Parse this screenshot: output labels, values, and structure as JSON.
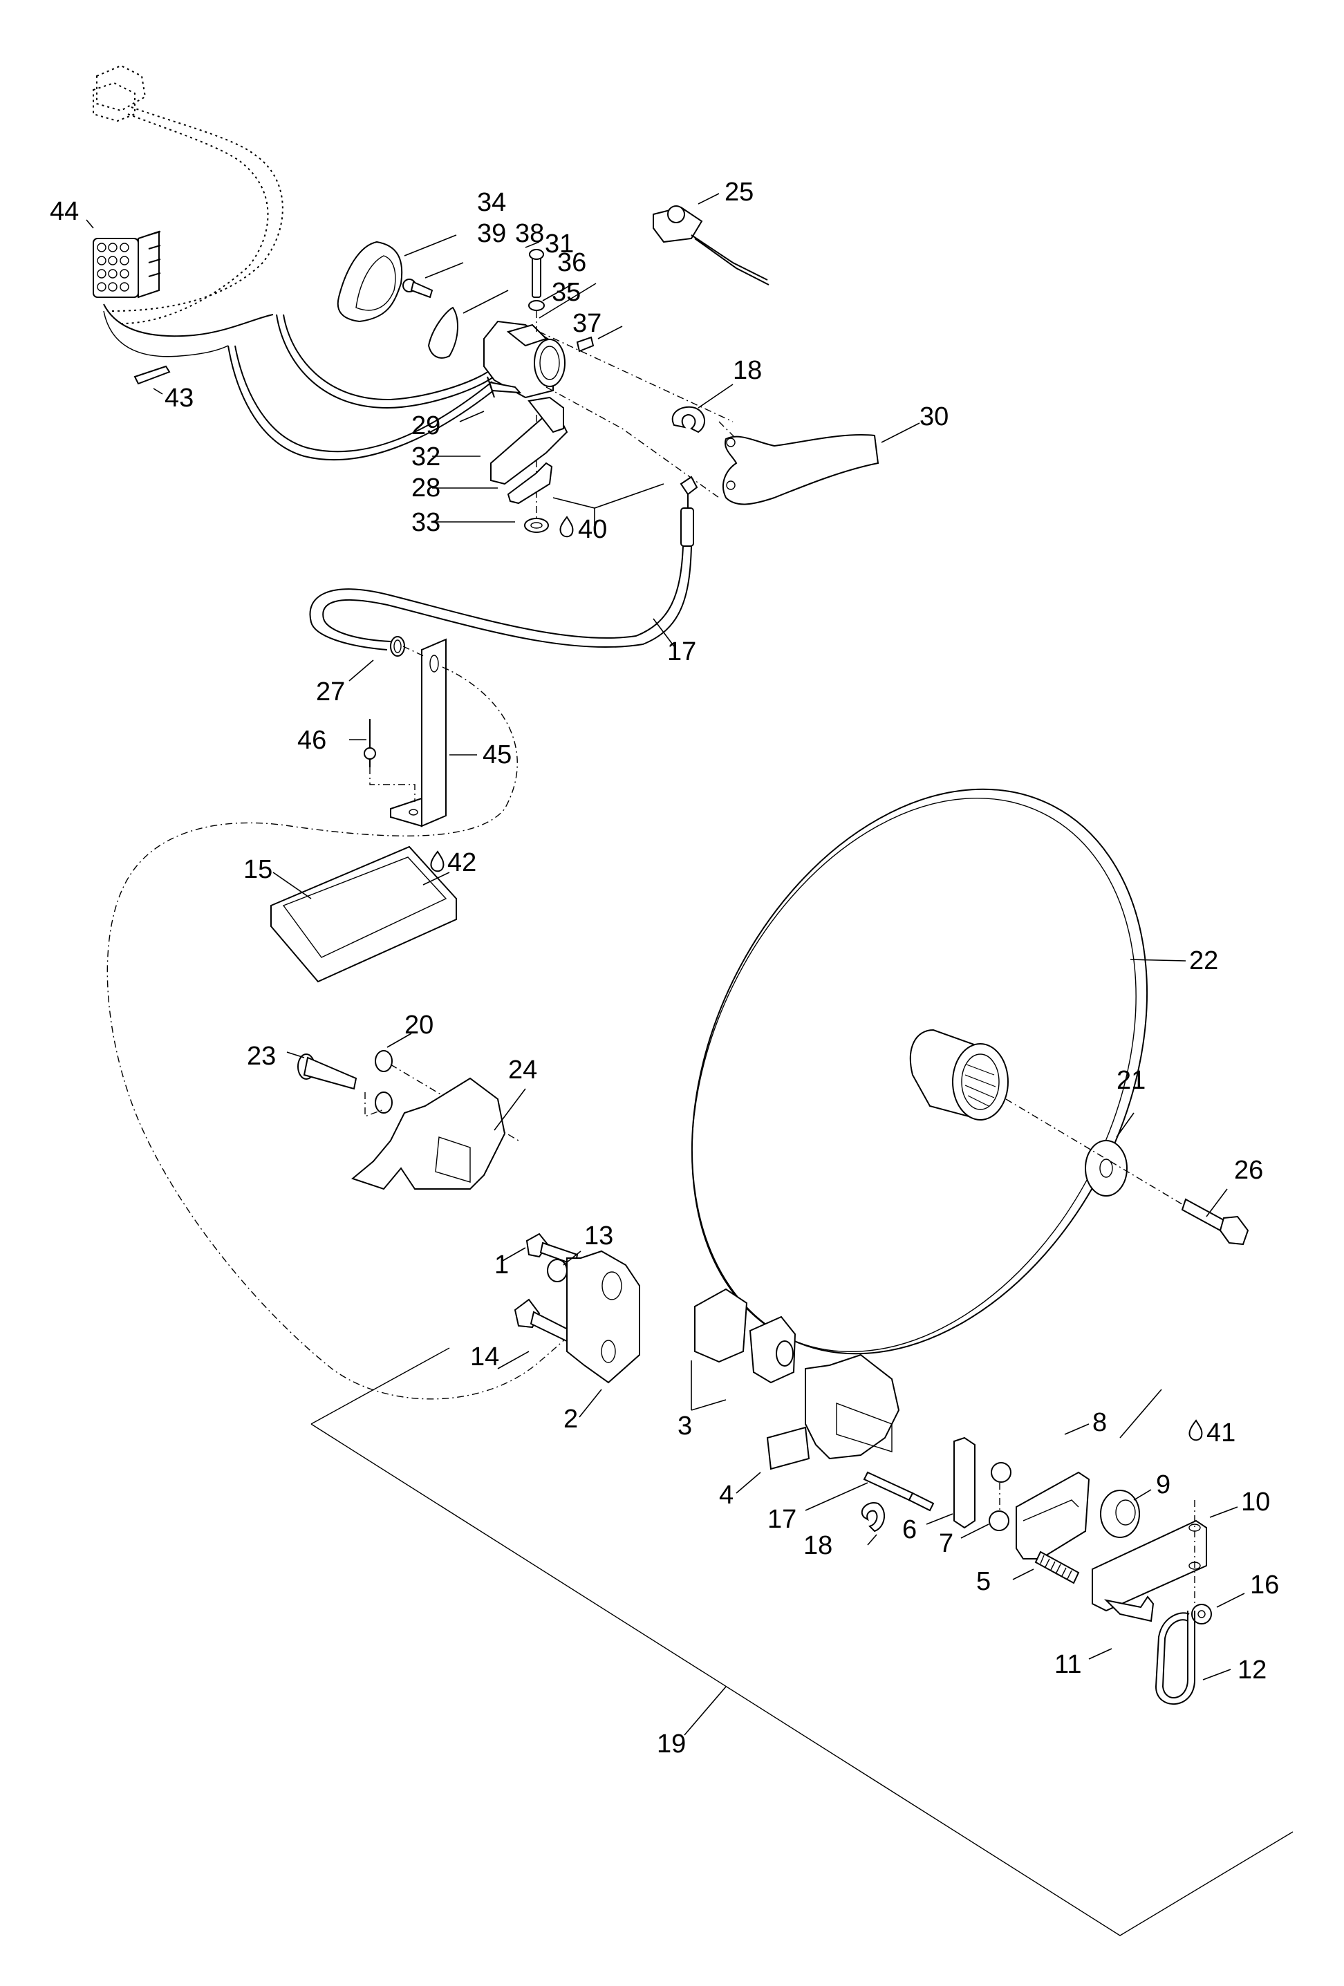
{
  "diagram": {
    "type": "exploded-parts-view",
    "background": "#ffffff",
    "line_color": "#000000",
    "callouts": [
      {
        "id": "44",
        "part": "multi-pin connector"
      },
      {
        "id": "43",
        "part": "terminal clip"
      },
      {
        "id": "34",
        "part": "knob"
      },
      {
        "id": "39",
        "part": "screw"
      },
      {
        "id": "38",
        "part": "bezel plate"
      },
      {
        "id": "31",
        "part": "pin"
      },
      {
        "id": "36",
        "part": "washer"
      },
      {
        "id": "35",
        "part": "switch housing"
      },
      {
        "id": "37",
        "part": "set screw"
      },
      {
        "id": "25",
        "part": "sensor with leads"
      },
      {
        "id": "18",
        "part": "e-clip"
      },
      {
        "id": "30",
        "part": "lever"
      },
      {
        "id": "29",
        "part": "cable tie"
      },
      {
        "id": "32",
        "part": "actuator arm"
      },
      {
        "id": "28",
        "part": "spring plate"
      },
      {
        "id": "33",
        "part": "lock washer"
      },
      {
        "id": "40",
        "part": "lubricant",
        "symbol": "oil-drop"
      },
      {
        "id": "17",
        "part": "cable"
      },
      {
        "id": "27",
        "part": "grommet"
      },
      {
        "id": "46",
        "part": "rivet"
      },
      {
        "id": "45",
        "part": "bracket"
      },
      {
        "id": "15",
        "part": "pad"
      },
      {
        "id": "42",
        "part": "adhesive",
        "symbol": "oil-drop"
      },
      {
        "id": "22",
        "part": "disc"
      },
      {
        "id": "23",
        "part": "cap screw"
      },
      {
        "id": "20",
        "part": "washer"
      },
      {
        "id": "24",
        "part": "mounting bracket"
      },
      {
        "id": "21",
        "part": "washer"
      },
      {
        "id": "26",
        "part": "hex bolt"
      },
      {
        "id": "1",
        "part": "hex bolt"
      },
      {
        "id": "13",
        "part": "washer"
      },
      {
        "id": "14",
        "part": "hex bolt"
      },
      {
        "id": "2",
        "part": "caliper body"
      },
      {
        "id": "3",
        "part": "brake pads"
      },
      {
        "id": "4",
        "part": "caliper housing"
      },
      {
        "id": "41",
        "part": "grease",
        "symbol": "oil-drop"
      },
      {
        "id": "8",
        "part": "cam lever"
      },
      {
        "id": "9",
        "part": "adjuster wheel"
      },
      {
        "id": "10",
        "part": "arm"
      },
      {
        "id": "17b",
        "label": "17",
        "part": "cable end"
      },
      {
        "id": "18b",
        "label": "18",
        "part": "e-clip"
      },
      {
        "id": "6",
        "part": "link plate"
      },
      {
        "id": "7",
        "part": "nut"
      },
      {
        "id": "5",
        "part": "spring"
      },
      {
        "id": "16",
        "part": "nut"
      },
      {
        "id": "11",
        "part": "retainer clip"
      },
      {
        "id": "12",
        "part": "hairpin clip"
      },
      {
        "id": "19",
        "part": "frame plate"
      }
    ]
  }
}
